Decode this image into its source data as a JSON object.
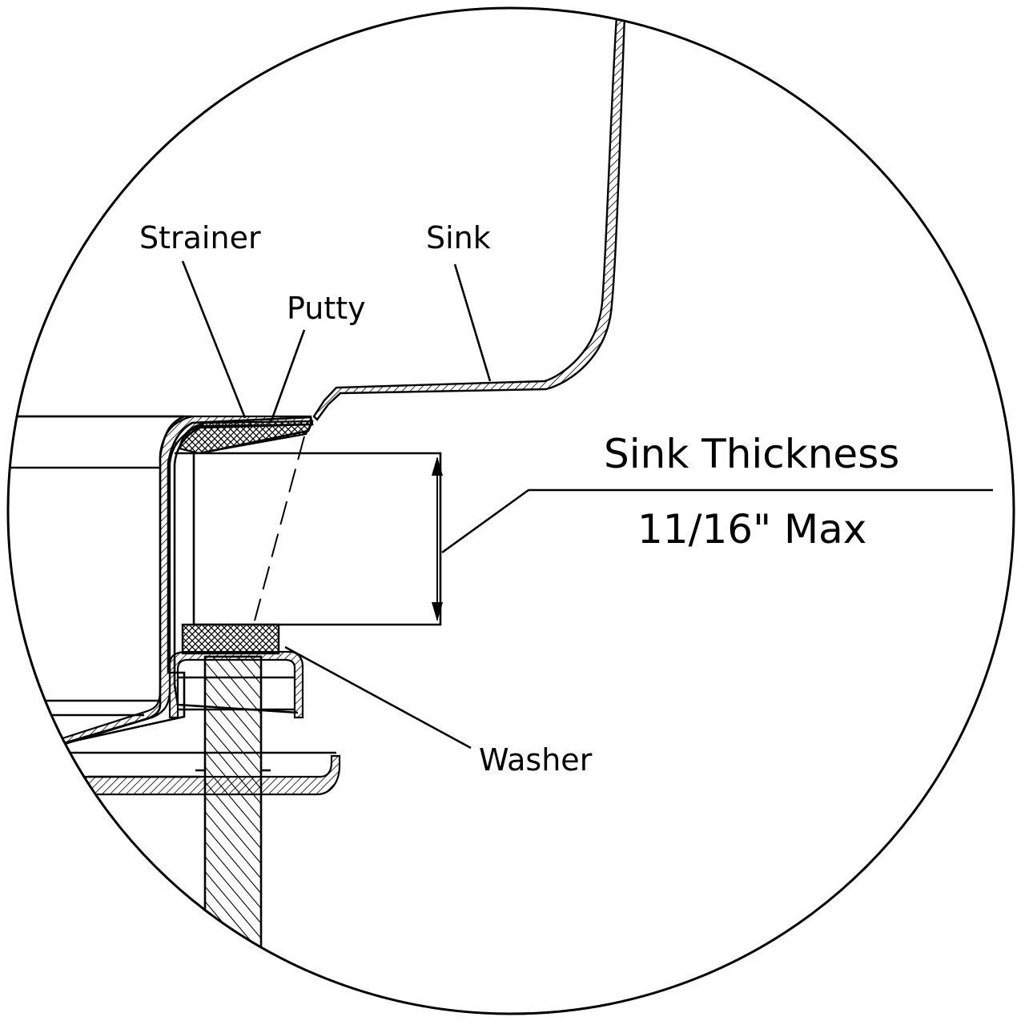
{
  "labels": {
    "strainer": "Strainer",
    "putty": "Putty",
    "sink": "Sink",
    "washer": "Washer"
  },
  "dimension": {
    "title": "Sink Thickness",
    "value": "11/16\" Max"
  },
  "colors": {
    "line": "#000000",
    "background": "#ffffff"
  }
}
